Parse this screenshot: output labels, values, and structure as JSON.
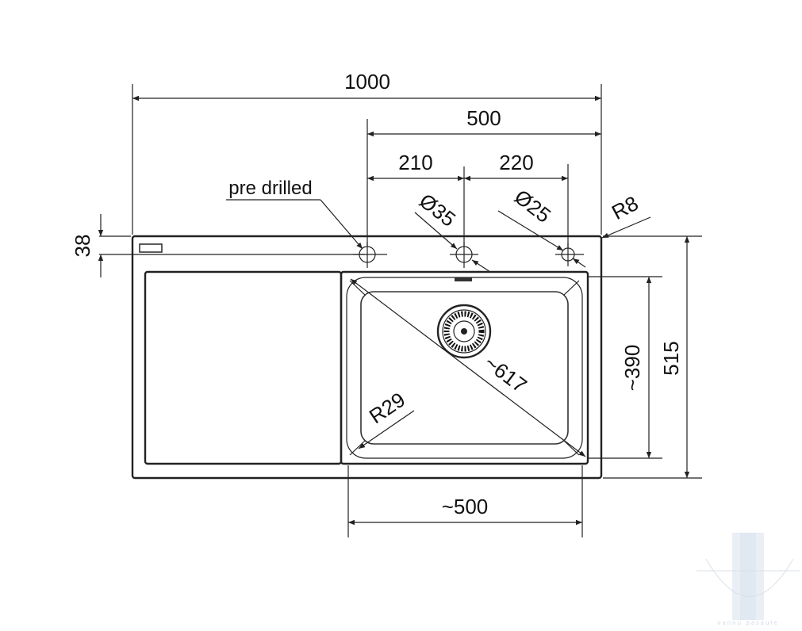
{
  "labels": {
    "width_total": "1000",
    "width_half": "500",
    "gap_left": "210",
    "gap_right": "220",
    "pre_drilled": "pre drilled",
    "hole_large": "Ø35",
    "hole_small": "Ø25",
    "corner_outer": "R8",
    "edge_offset": "38",
    "diagonal": "~617",
    "corner_inner": "R29",
    "bowl_depth": "~390",
    "total_depth": "515",
    "bowl_width": "~500"
  },
  "watermark": {
    "text": "vannu pasaule"
  },
  "colors": {
    "line": "#222222",
    "watermark": "#c9d4e0"
  }
}
